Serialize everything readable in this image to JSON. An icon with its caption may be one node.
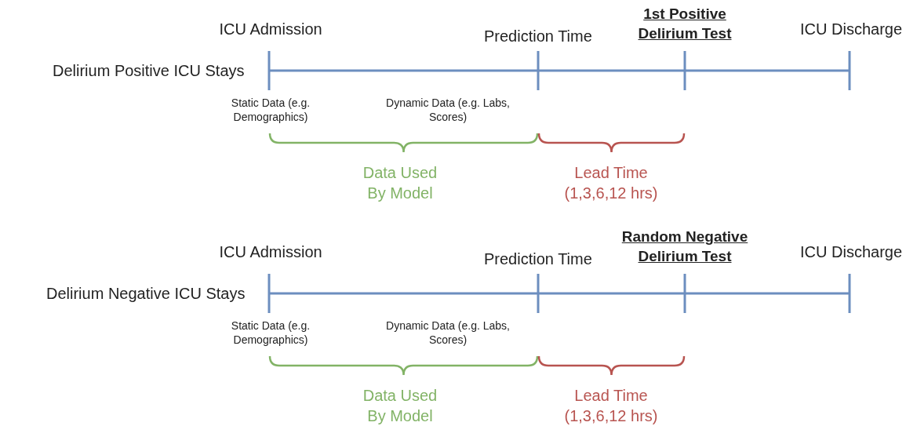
{
  "diagram": {
    "labels": [
      "ICU Admission",
      "1st Positive Delirium Test",
      "Prediction Time",
      "ICU Discharge",
      "Delirium Positive ICU Stays",
      "Static Data (e.g. Demographics)",
      "Dynamic Data (e.g. Labs, Scores)",
      "Data Used By Model",
      "Lead Time (1,3,6,12 hrs)",
      "ICU Admission",
      "Random Negative Delirium Test",
      "Prediction Time",
      "ICU Discharge",
      "Delirium Negative ICU Stays",
      "Static Data (e.g. Demographics)",
      "Dynamic Data (e.g. Labs, Scores)",
      "Data Used By Model",
      "Lead Time (1,3,6,12 hrs)"
    ]
  }
}
